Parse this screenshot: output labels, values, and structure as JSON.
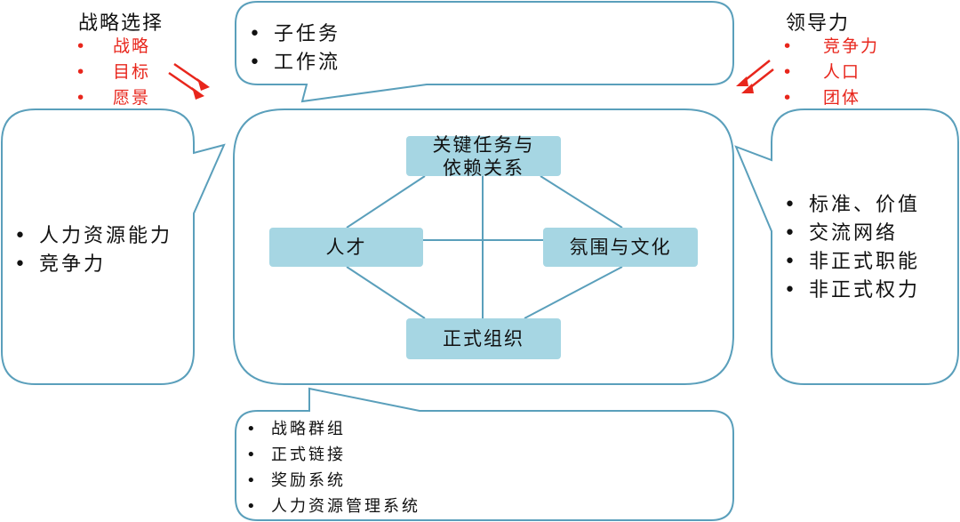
{
  "strategy": {
    "title": "战略选择",
    "items": [
      "战略",
      "目标",
      "愿景"
    ]
  },
  "leadership": {
    "title": "领导力",
    "items": [
      "竞争力",
      "人口",
      "团体"
    ]
  },
  "top_callout": {
    "items": [
      "子任务",
      "工作流"
    ]
  },
  "left_callout": {
    "items": [
      "人力资源能力",
      "竞争力"
    ]
  },
  "right_callout": {
    "items": [
      "标准、价值",
      "交流网络",
      "非正式职能",
      "非正式权力"
    ]
  },
  "bottom_callout": {
    "items": [
      "战略群组",
      "正式链接",
      "奖励系统",
      "人力资源管理系统"
    ]
  },
  "center": {
    "key_tasks": {
      "line1": "关键任务与",
      "line2": "依赖关系"
    },
    "talent": "人才",
    "culture": "氛围与文化",
    "formal_org": "正式组织"
  },
  "colors": {
    "outline": "#5a9fbb",
    "box_fill": "#a6d6e3",
    "accent_red": "#e8261c"
  }
}
